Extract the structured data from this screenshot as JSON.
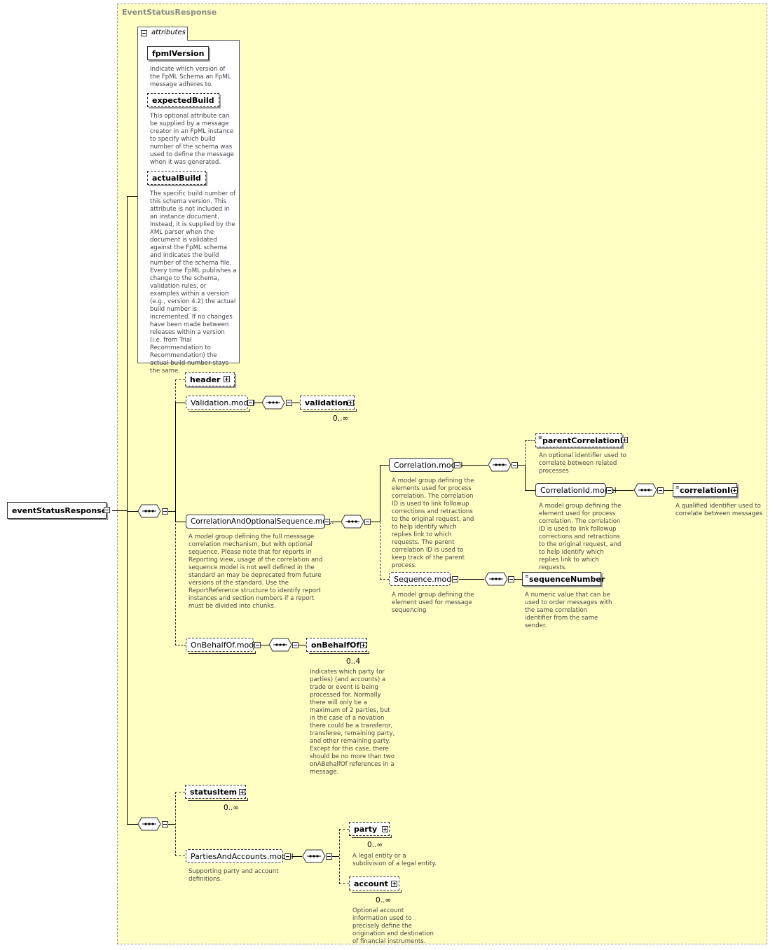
{
  "frame": {
    "title": "EventStatusResponse"
  },
  "root": {
    "label": "eventStatusResponse"
  },
  "attributes": {
    "tab_label": "attributes",
    "items": [
      {
        "name": "fpmlVersion",
        "desc": "Indicate which version of the FpML Schema an FpML message adheres to."
      },
      {
        "name": "expectedBuild",
        "desc": "This optional attribute can be supplied by a message creator in an FpML instance to specify which build number of the schema was used to define the message when it was generated."
      },
      {
        "name": "actualBuild",
        "desc": "The specific build number of this schema version. This attribute is not included in an instance document. Instead, it is supplied by the XML parser when the document is validated against the FpML schema and indicates the build number of the schema file. Every time FpML publishes a change to the schema, validation rules, or examples within a version (e.g., version 4.2) the actual build number is incremented. If no changes have been made between releases within a version (i.e. from Trial Recommendation to Recommendation) the actual build number stays the same."
      }
    ]
  },
  "nodes": {
    "header": "header",
    "validation_model": "Validation.model",
    "validation": "validation",
    "validation_card": "0..∞",
    "cor_opt_seq": "CorrelationAndOptionalSequence.mo...",
    "cor_opt_seq_desc": "A model group defining the full messsage correlation mechanism, but with optional sequence. Please note that for reports in Reporting view, usage of the correlation and sequence model is not well defined in the standard an may be deprecated from future versions of the standard. Use the ReportReference structure to identify report instances and section numbers if a report must be divided into chunks.",
    "correlation_model": "Correlation.model",
    "correlation_model_desc": "A model group defining the elements used for process correlation. The correlation ID is used to link followup corrections and retractions to the original request, and to help identify which replies link to which requests. The parent correlation ID is used to keep track of the parent process.",
    "parent_correlation_id": "parentCorrelationId",
    "parent_correlation_id_desc": "An optional identifier used to correlate between related processes",
    "correlation_id_model": "CorrelationId.model",
    "correlation_id_model_desc": "A model group defining the element used for process correlation. The correlation ID is used to link followup corrections and retractions to the original request, and to help identify which replies link to which requests.",
    "correlation_id": "correlationId",
    "correlation_id_desc": "A qualified identifier used to correlate between messages",
    "sequence_model": "Sequence.model",
    "sequence_model_desc": "A model group defining the element used for message sequencing",
    "sequence_number": "sequenceNumber",
    "sequence_number_desc": "A numeric value that can be used to order messages with the same correlation identifier from the same sender.",
    "on_behalf_of_model": "OnBehalfOf.model",
    "on_behalf_of": "onBehalfOf",
    "on_behalf_of_card": "0..4",
    "on_behalf_of_desc": "Indicates which party (or parties) (and accounts) a trade or event is being processed for. Normally there will only be a maximum of 2 parties, but in the case of a novation there could be a transferor, transferee, remaining party, and other remaining party. Except for this case, there should be no more than two onABehalfOf references in a message.",
    "status_item": "statusItem",
    "status_item_card": "0..∞",
    "parties_accounts_model": "PartiesAndAccounts.model",
    "parties_accounts_model_desc": "Supporting party and account definitions.",
    "party": "party",
    "party_card": "0..∞",
    "party_desc": "A legal entity or a subdivision of a legal entity.",
    "account": "account",
    "account_card": "0..∞",
    "account_desc": "Optional account information used to precisely define the origination and destination of financial instruments."
  }
}
